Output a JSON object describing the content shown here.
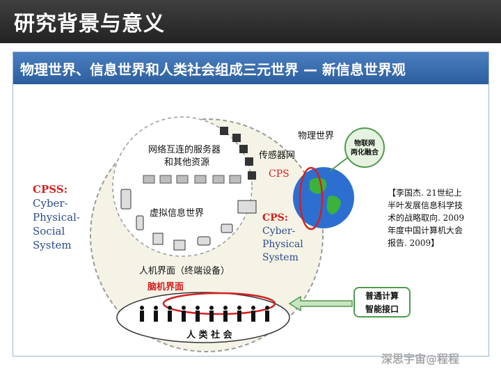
{
  "header": {
    "title": "研究背景与意义"
  },
  "banner": {
    "title": "物理世界、信息世界和人类社会组成三元世界 — 新信息世界观"
  },
  "diagram": {
    "cpss": {
      "title": "CPSS:",
      "lines": [
        "Cyber-",
        "Physical-",
        "Social",
        "System"
      ]
    },
    "cps": {
      "title": "CPS:",
      "lines": [
        "Cyber-",
        "Physical",
        "System"
      ]
    },
    "cps_tag": "CPS",
    "network_servers": [
      "网络互连的服务器",
      "和其他资源"
    ],
    "virtual_world": "虚拟信息世界",
    "sensor_net": "传感器网",
    "physical_world": "物理世界",
    "iot_bubble": [
      "物联网",
      "两化融合"
    ],
    "hci": "人机界面（终端设备）",
    "bci": "脑机界面",
    "human_society": "人 类 社 会",
    "callout": [
      "普通计算",
      "智能接口"
    ]
  },
  "citation": {
    "lines": [
      "【李国杰. 21世纪上",
      "半叶发展信息科学技",
      "术的战略取向. 2009",
      "年度中国计算机大会",
      "报告. 2009】"
    ]
  },
  "watermark": {
    "text": "深思宇宙@程程"
  },
  "colors": {
    "header_bg": "#2f2f2f",
    "banner_bg": "#3a6eb0",
    "cps_red": "#d42020",
    "label_blue": "#2b4a8b",
    "callout_green": "#4f9a4f"
  }
}
